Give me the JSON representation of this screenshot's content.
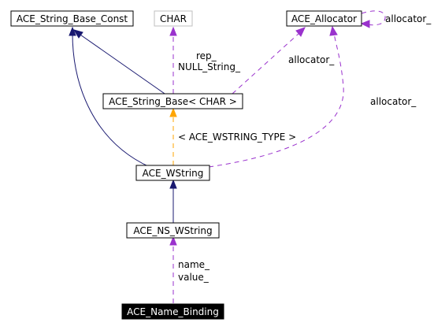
{
  "nodes": {
    "ace_string_base_const": "ACE_String_Base_Const",
    "char": "CHAR",
    "ace_allocator": "ACE_Allocator",
    "ace_string_base": "ACE_String_Base< CHAR >",
    "ace_wstring": "ACE_WString",
    "ace_ns_wstring": "ACE_NS_WString",
    "ace_name_binding": "ACE_Name_Binding"
  },
  "edge_labels": {
    "allocator_self": "allocator_",
    "rep": "rep_",
    "null_string": "NULL_String_",
    "allocator_base": "allocator_",
    "allocator_wstring": "allocator_",
    "template_arg": "< ACE_WSTRING_TYPE >",
    "name": "name_",
    "value": "value_"
  },
  "colors": {
    "inheritance": "#191970",
    "usage": "#9a32cd",
    "template": "#ffa500",
    "external_border": "#bfbfbf",
    "focus_fill": "#000000"
  }
}
